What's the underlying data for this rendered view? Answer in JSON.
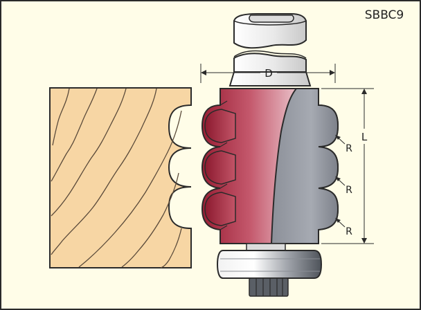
{
  "product_code": "SBBC9",
  "dimensions": {
    "diameter_label": "D",
    "length_label": "L",
    "radius_labels": [
      "R",
      "R",
      "R"
    ]
  },
  "colors": {
    "background": "#fffde8",
    "frame": "#2a2a2a",
    "wood": "#f7d6a4",
    "wood_grain": "#5a4a3a",
    "cutter_red": "#9a1f35",
    "cutter_pink": "#efd0d6",
    "carbide_gray": "#9ea2aa",
    "shank": "#eeeeee",
    "bearing_dark": "#5a5f66"
  }
}
